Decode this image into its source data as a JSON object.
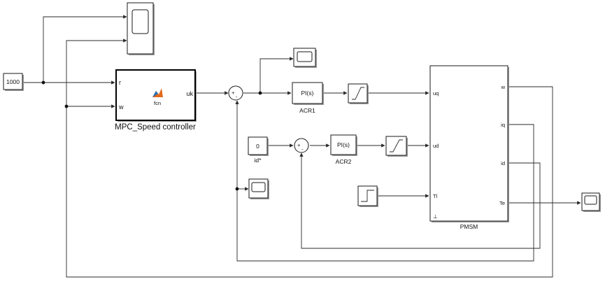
{
  "blocks": {
    "constant_1000": "1000",
    "mpc": {
      "in_r": "r",
      "in_w": "w",
      "out_uk": "uk",
      "func": "fcn",
      "name": "MPC_Speed controller"
    },
    "acr1": {
      "text": "PI(s)",
      "name": "ACR1"
    },
    "acr2": {
      "text": "PI(s)",
      "name": "ACR2"
    },
    "constant_id": {
      "value": "0",
      "name": "id*"
    },
    "pmsm": {
      "in_uq": "uq",
      "in_ud": "ud",
      "in_tl": "Tl",
      "out_w": "w",
      "out_iq": "iq",
      "out_id": "id",
      "out_te": "Te",
      "name": "PMSM"
    },
    "sum1_signs": "+ -",
    "sum2_signs": "+ -",
    "port_marker": "⊥"
  },
  "icons": [
    "scope-icon",
    "saturation-icon",
    "step-icon",
    "matlab-function-icon"
  ]
}
